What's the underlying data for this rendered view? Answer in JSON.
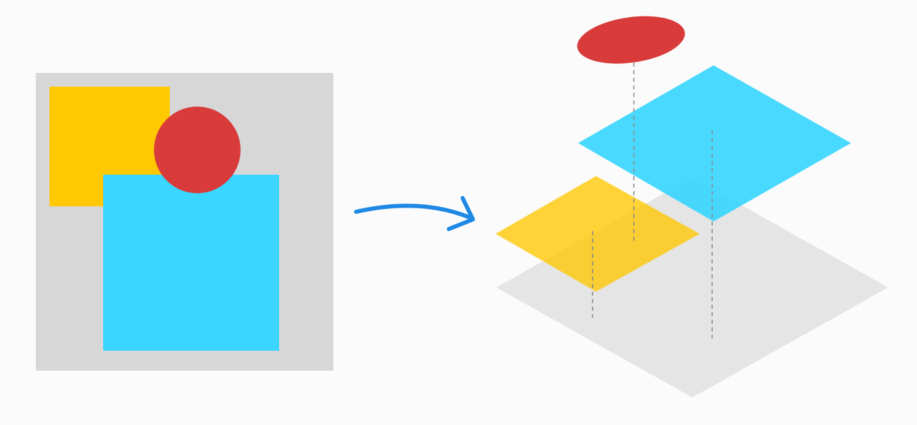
{
  "colors": {
    "background": "#fbfbfb",
    "canvas": "#d7d7d8",
    "base_plane": "#e5e5e6",
    "yellow": "#ffc800",
    "blue": "#3ad6ff",
    "red": "#d93b3b",
    "arrow": "#1e88e5",
    "guide_line": "#8a8a8a"
  },
  "flat_view": {
    "layers": [
      "canvas",
      "yellow-square",
      "blue-square",
      "red-circle"
    ]
  },
  "exploded_view": {
    "layers": [
      "base-plane",
      "yellow-plane",
      "blue-plane",
      "red-ellipse"
    ]
  },
  "arrow": {
    "icon": "curved-arrow-right-icon"
  }
}
